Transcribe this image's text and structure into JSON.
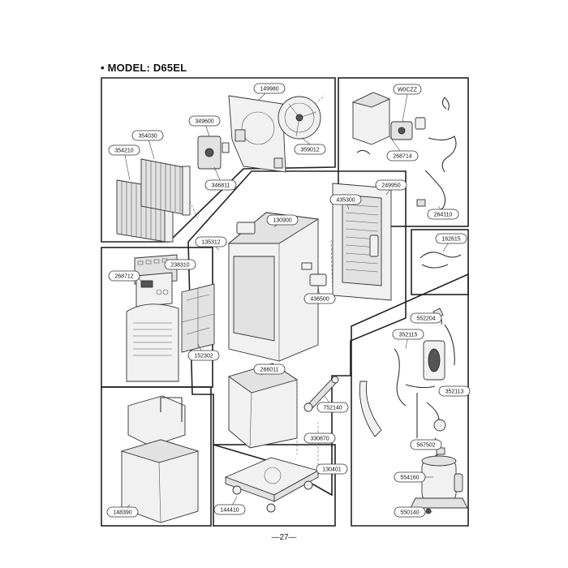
{
  "header": {
    "title": "• MODEL: D65EL"
  },
  "footer": {
    "page_number": "—27—"
  },
  "part_labels": {
    "p149980": "149980",
    "p349600": "349600",
    "p354030": "354030",
    "p354210": "354210",
    "p359012": "359012",
    "p346811": "346811",
    "pW0CZZ": "W0CZZ",
    "p268714": "268714",
    "p249950": "249950",
    "p435300": "435300",
    "p264110": "264110",
    "p130900": "130900",
    "p135312": "135312",
    "p238310": "238310",
    "p268712": "268712",
    "p152302": "152302",
    "p436500": "436500",
    "p162615": "162615",
    "p552204": "552204",
    "p352115": "352115",
    "p266011": "266011",
    "p352113": "352113",
    "p752140": "752140",
    "p330870": "330870",
    "p567502": "567502",
    "p130401": "130401",
    "p554160": "554160",
    "p148390": "148390",
    "p144410": "144410",
    "p550140": "550140"
  }
}
